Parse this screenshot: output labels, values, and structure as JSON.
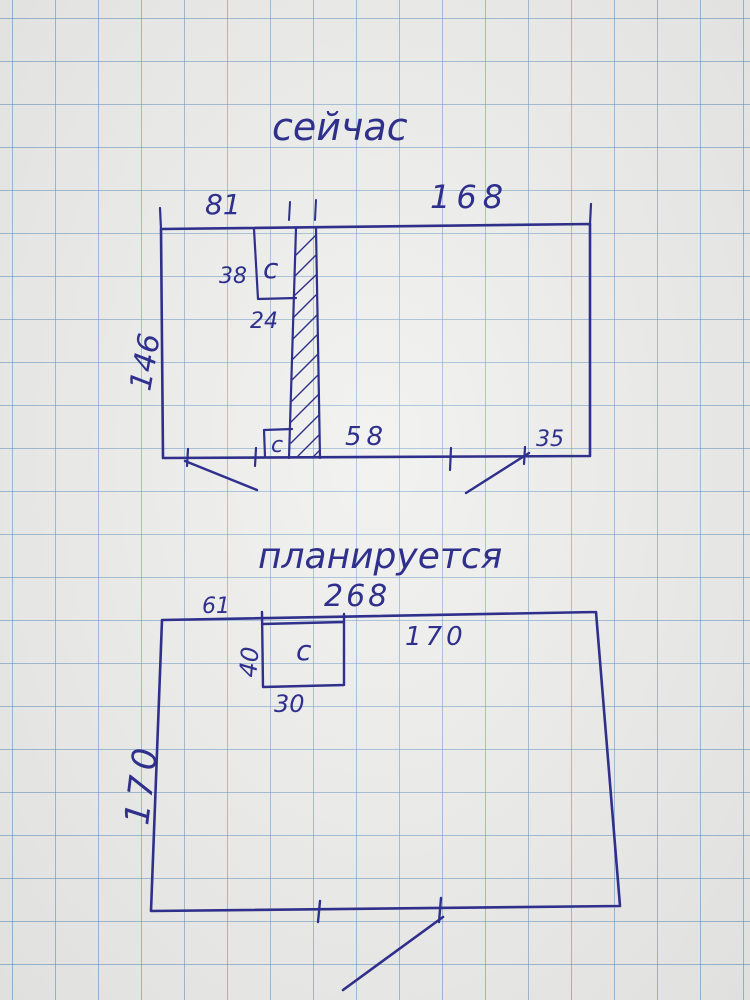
{
  "ink_color": "#2f2f8c",
  "grid_color": "#5a8cbe",
  "current": {
    "heading": "сейчас",
    "dim_left_width": "81",
    "dim_main_width": "168",
    "dim_height": "146",
    "dim_c_height": "38",
    "dim_c_width": "24",
    "c_top_label": "c",
    "c_bottom_label": "c",
    "dim_bottom_middle": "58",
    "dim_bottom_right": "35"
  },
  "planned": {
    "heading": "планируется",
    "dim_left": "61",
    "dim_total": "268",
    "dim_right": "170",
    "dim_c_height": "40",
    "c_label": "c",
    "dim_c_width": "30",
    "dim_height": "170"
  }
}
